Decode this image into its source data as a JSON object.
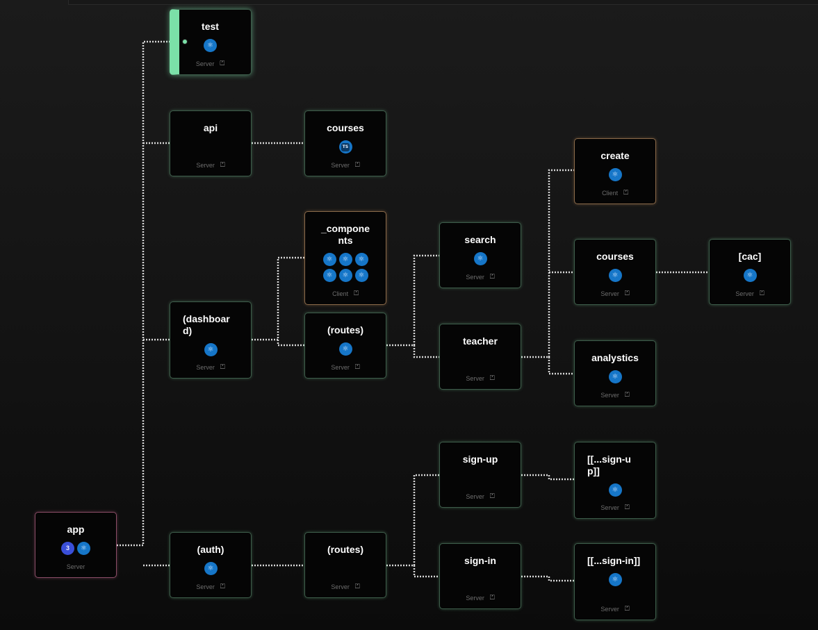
{
  "icons": {
    "react": "⚛",
    "ts": "TS",
    "css": "3",
    "download": "⏍"
  },
  "colors": {
    "server_border": "#3d5c4a",
    "client_border": "#8a6a4a",
    "root_border": "#8a4c66",
    "react_blue": "#1676c8",
    "edge": "#d8d8d8"
  },
  "nodes": {
    "app": {
      "title": "app",
      "kind": "Server"
    },
    "test": {
      "title": "test",
      "kind": "Server"
    },
    "api": {
      "title": "api",
      "kind": "Server"
    },
    "api_courses": {
      "title": "courses",
      "kind": "Server"
    },
    "dashboard": {
      "title": "(dashboard)",
      "kind": "Server"
    },
    "components": {
      "title": "_components",
      "kind": "Client"
    },
    "dash_routes": {
      "title": "(routes)",
      "kind": "Server"
    },
    "search": {
      "title": "search",
      "kind": "Server"
    },
    "teacher": {
      "title": "teacher",
      "kind": "Server"
    },
    "create": {
      "title": "create",
      "kind": "Client"
    },
    "teacher_courses": {
      "title": "courses",
      "kind": "Server"
    },
    "cac": {
      "title": "[cac]",
      "kind": "Server"
    },
    "analytics": {
      "title": "analystics",
      "kind": "Server"
    },
    "auth": {
      "title": "(auth)",
      "kind": "Server"
    },
    "auth_routes": {
      "title": "(routes)",
      "kind": "Server"
    },
    "sign_up": {
      "title": "sign-up",
      "kind": "Server"
    },
    "sign_up_catch": {
      "title": "[[...sign-up]]",
      "kind": "Server"
    },
    "sign_in": {
      "title": "sign-in",
      "kind": "Server"
    },
    "sign_in_catch": {
      "title": "[[...sign-in]]",
      "kind": "Server"
    }
  }
}
